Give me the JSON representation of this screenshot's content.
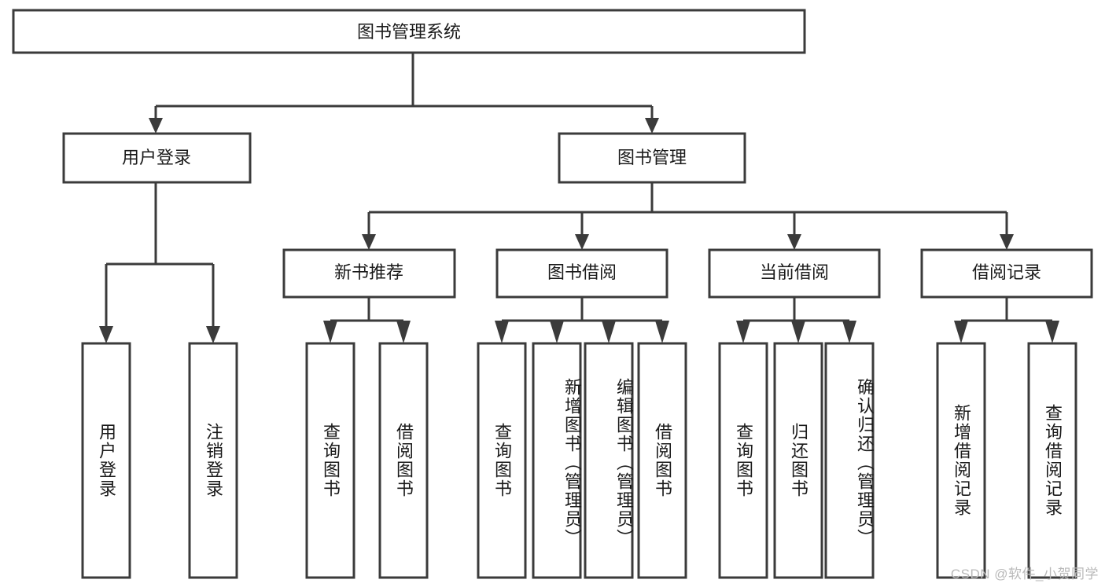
{
  "diagram": {
    "type": "tree",
    "title": "图书管理系统",
    "orientation": "top-down",
    "colors": {
      "box_stroke": "#3b3b3b",
      "box_fill": "#ffffff",
      "edge": "#3b3b3b",
      "text": "#1a1a1a",
      "background": "#ffffff",
      "watermark": "#b9b9b9"
    },
    "root": {
      "label": "图书管理系统"
    },
    "level1": [
      {
        "label": "用户登录"
      },
      {
        "label": "图书管理"
      }
    ],
    "level2": [
      {
        "label": "新书推荐"
      },
      {
        "label": "图书借阅"
      },
      {
        "label": "当前借阅"
      },
      {
        "label": "借阅记录"
      }
    ],
    "leaves": {
      "user_login": [
        {
          "label": "用户登录"
        },
        {
          "label": "注销登录"
        }
      ],
      "new_book_recommend": [
        {
          "label": "查询图书"
        },
        {
          "label": "借阅图书"
        }
      ],
      "book_borrow": [
        {
          "label": "查询图书"
        },
        {
          "label": "新增图书（管理员）"
        },
        {
          "label": "编辑图书（管理员）"
        },
        {
          "label": "借阅图书"
        }
      ],
      "current_borrow": [
        {
          "label": "查询图书"
        },
        {
          "label": "归还图书"
        },
        {
          "label": "确认归还（管理员）"
        }
      ],
      "borrow_record": [
        {
          "label": "新增借阅记录"
        },
        {
          "label": "查询借阅记录"
        }
      ]
    }
  },
  "watermark": {
    "text": "CSDN @软件_小贺同学"
  }
}
